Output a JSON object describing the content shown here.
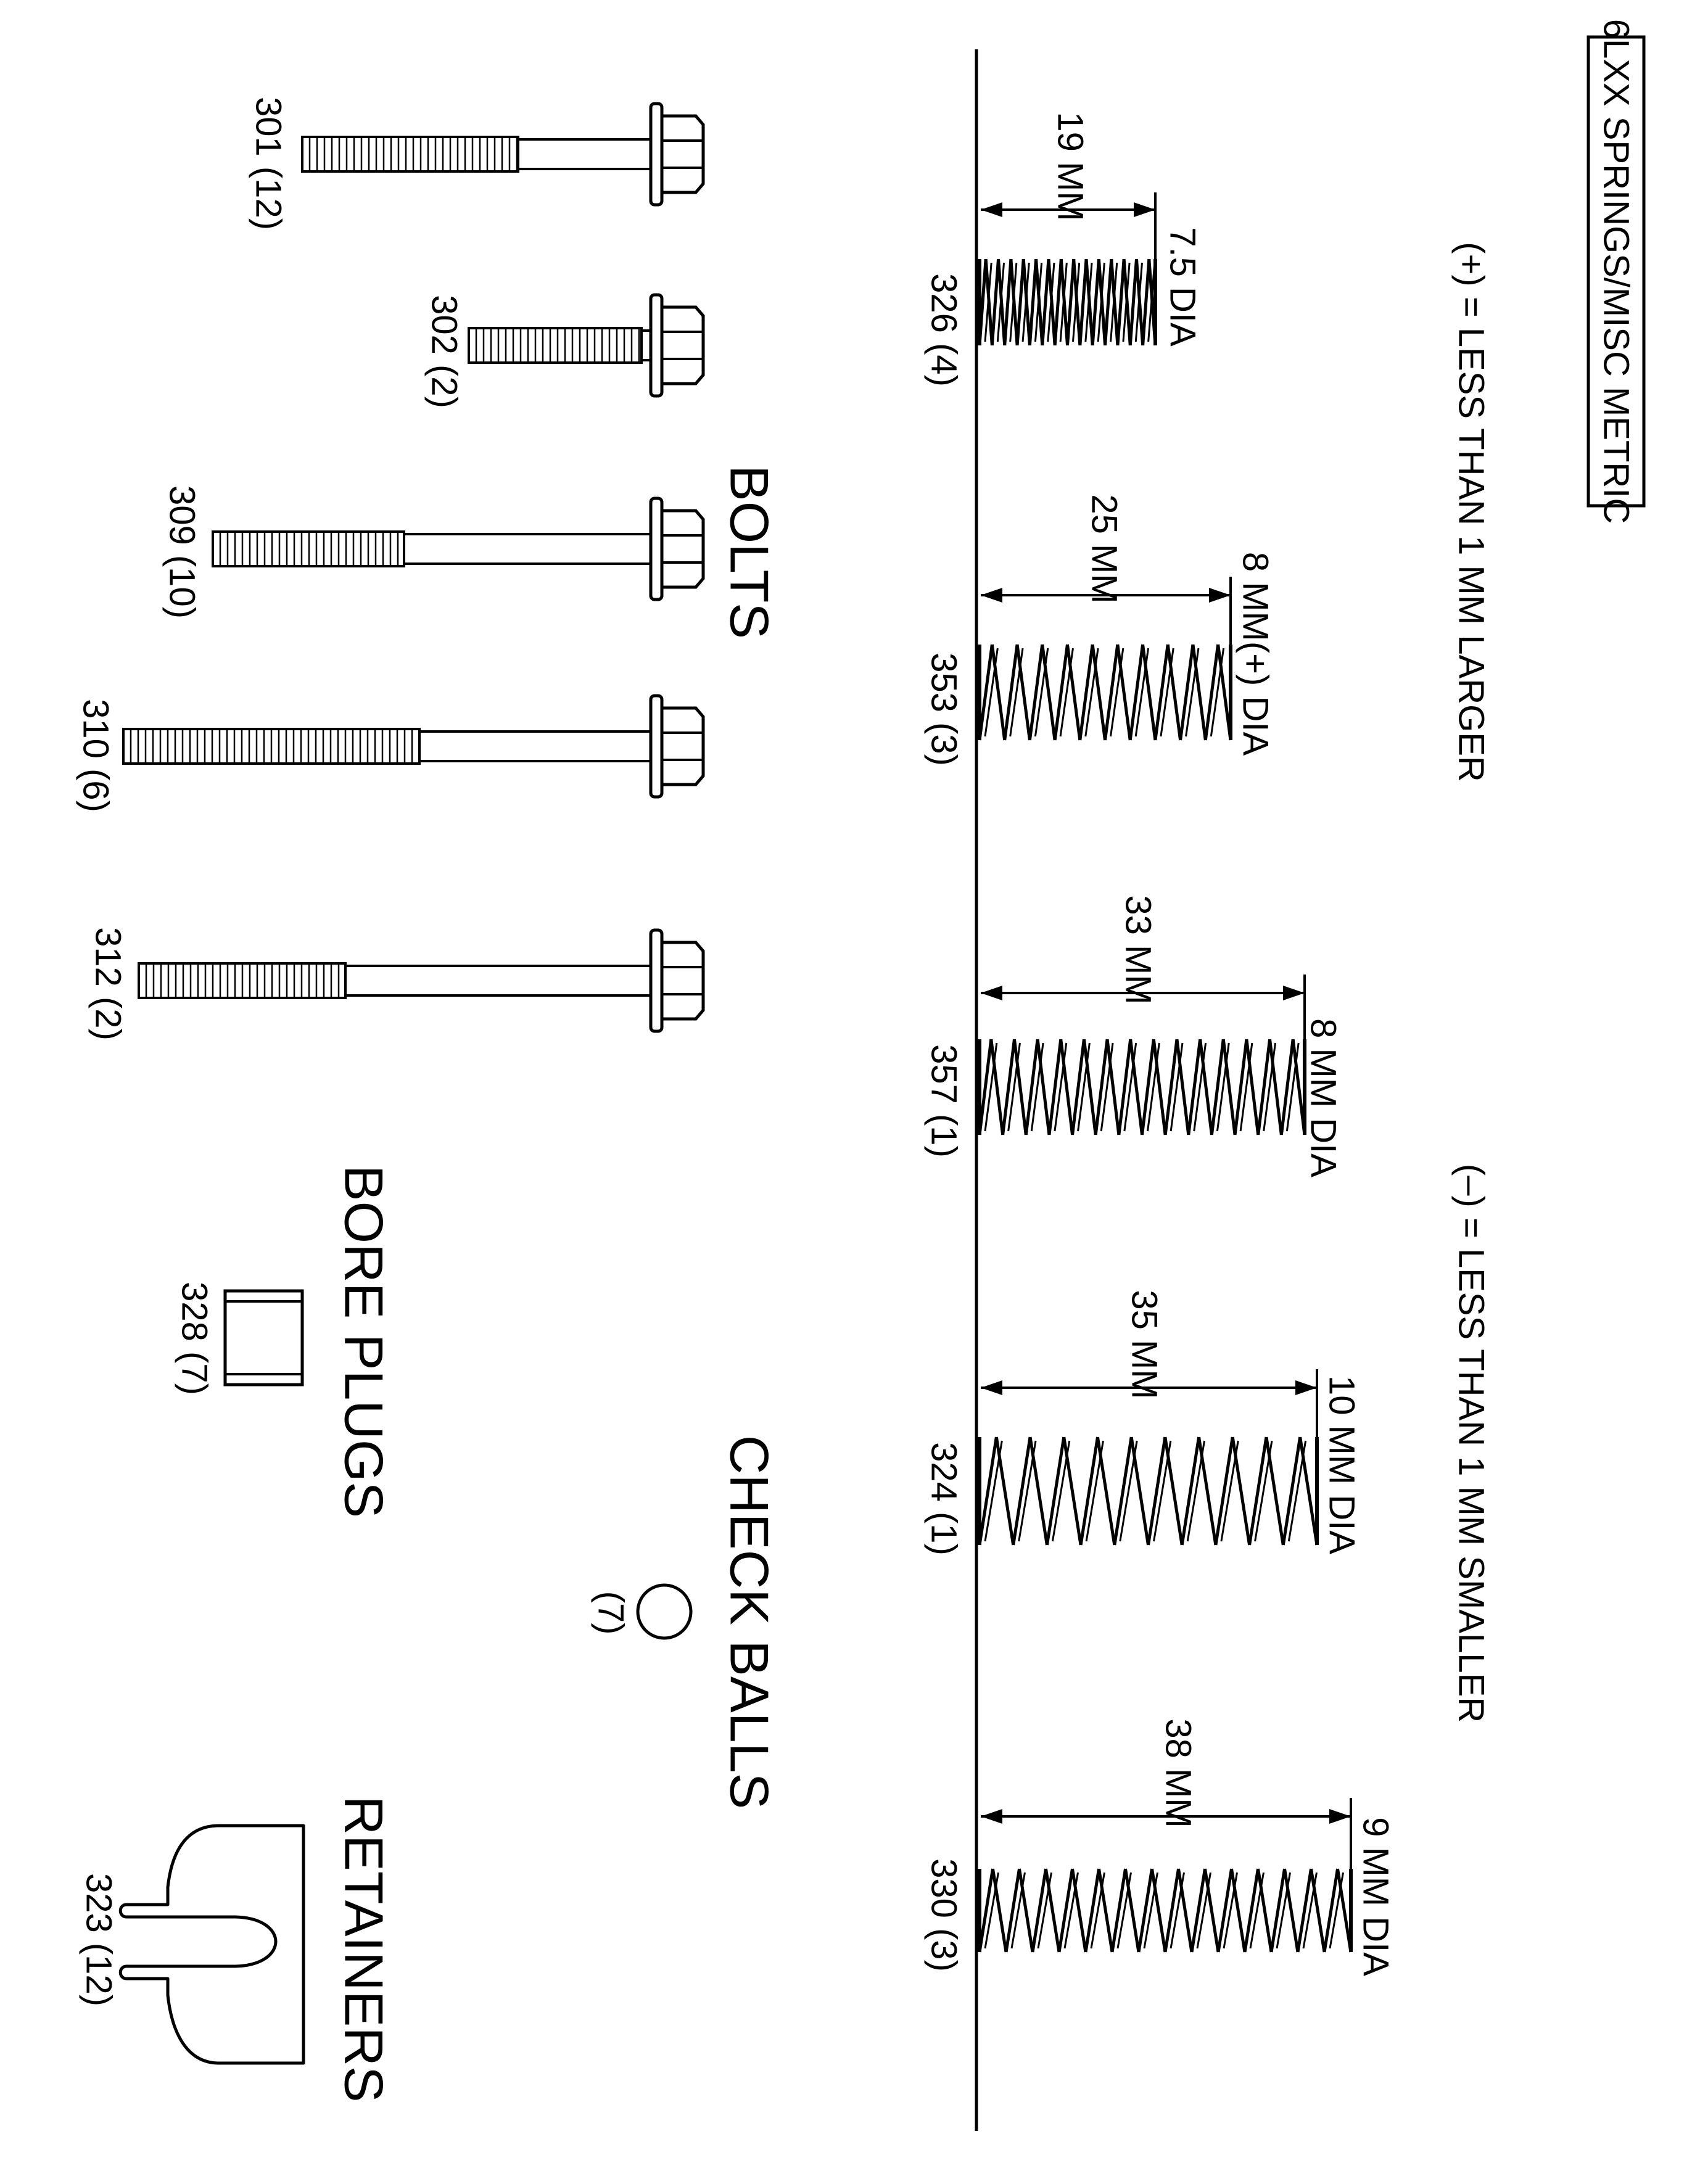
{
  "title": "6LXX SPRINGS/MISC METRIC",
  "legend": {
    "plus": "(+) = LESS THAN 1 MM LARGER",
    "minus": "(–) = LESS THAN 1 MM SMALLER"
  },
  "springs": [
    {
      "id": "326 (4)",
      "length": "19 MM",
      "dia": "7.5 DIA",
      "coils": 14
    },
    {
      "id": "353 (3)",
      "length": "25 MM",
      "dia": "8 MM(+) DIA",
      "coils": 10
    },
    {
      "id": "357 (1)",
      "length": "33 MM",
      "dia": "8 MM DIA",
      "coils": 14
    },
    {
      "id": "324 (1)",
      "length": "35 MM",
      "dia": "10 MM DIA",
      "coils": 10
    },
    {
      "id": "330 (3)",
      "length": "38 MM",
      "dia": "9 MM DIA",
      "coils": 14
    }
  ],
  "sections": {
    "bolts": "BOLTS",
    "check_balls": "CHECK BALLS",
    "bore_plugs": "BORE PLUGS",
    "retainers": "RETAINERS"
  },
  "bolts": [
    {
      "id": "301 (12)"
    },
    {
      "id": "302 (2)"
    },
    {
      "id": "309 (10)"
    },
    {
      "id": "310 (6)"
    },
    {
      "id": "312 (2)"
    }
  ],
  "check_ball": {
    "id": "(7)"
  },
  "bore_plug": {
    "id": "328 (7)"
  },
  "retainer": {
    "id": "323 (12)"
  }
}
